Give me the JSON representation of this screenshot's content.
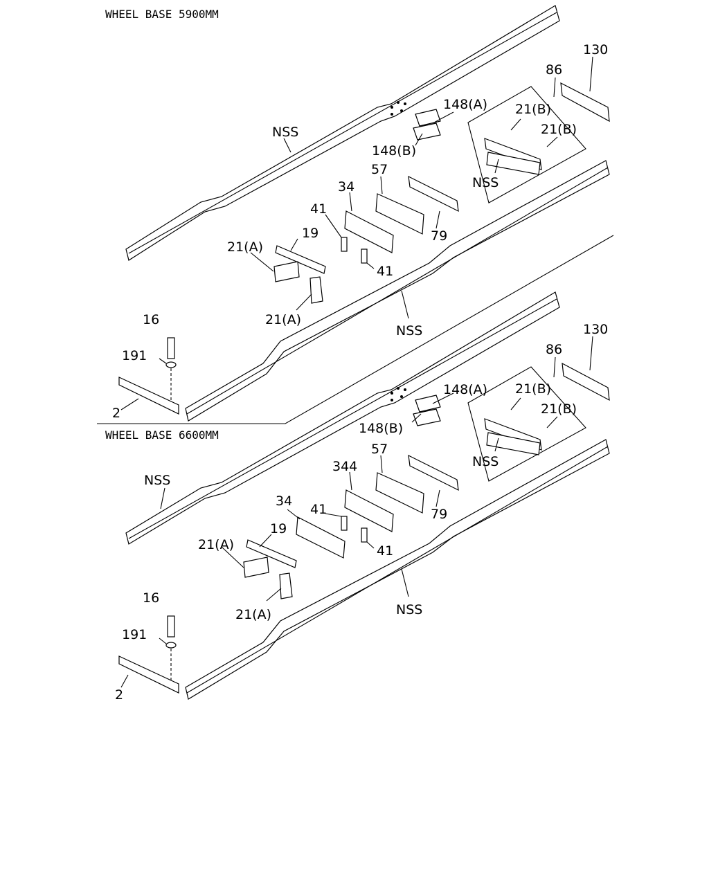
{
  "sections": [
    {
      "title": "WHEEL BASE 5900MM",
      "labels": [
        "130",
        "86",
        "148(A)",
        "21(B)",
        "21(B)",
        "NSS",
        "148(B)",
        "57",
        "NSS",
        "34",
        "41",
        "19",
        "79",
        "21(A)",
        "41",
        "21(A)",
        "NSS",
        "16",
        "191",
        "2"
      ]
    },
    {
      "title": "WHEEL BASE 6600MM",
      "labels": [
        "130",
        "86",
        "148(A)",
        "21(B)",
        "148(B)",
        "21(B)",
        "57",
        "NSS",
        "NSS",
        "344",
        "41",
        "34",
        "19",
        "21(A)",
        "79",
        "41",
        "21(A)",
        "NSS",
        "16",
        "191",
        "2"
      ]
    }
  ]
}
